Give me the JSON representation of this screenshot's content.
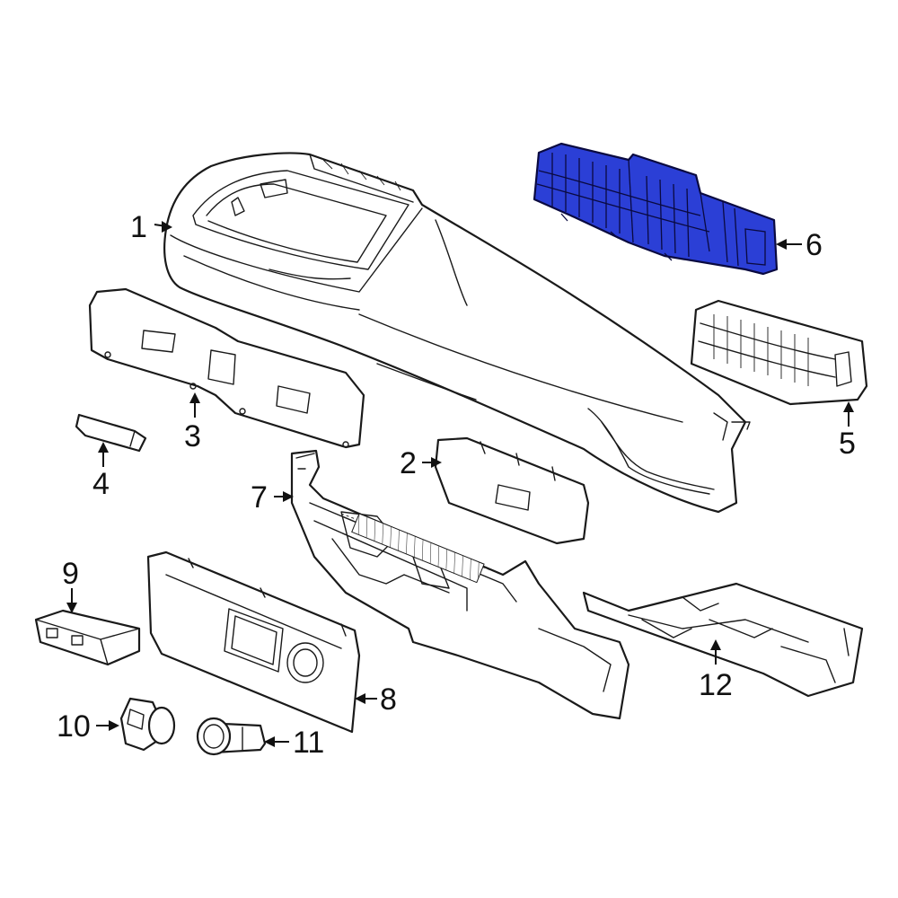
{
  "highlight_color": "#2b3fd6",
  "callouts": [
    {
      "id": "1",
      "label": "1"
    },
    {
      "id": "2",
      "label": "2"
    },
    {
      "id": "3",
      "label": "3"
    },
    {
      "id": "4",
      "label": "4"
    },
    {
      "id": "5",
      "label": "5"
    },
    {
      "id": "6",
      "label": "6"
    },
    {
      "id": "7",
      "label": "7"
    },
    {
      "id": "8",
      "label": "8"
    },
    {
      "id": "9",
      "label": "9"
    },
    {
      "id": "10",
      "label": "10"
    },
    {
      "id": "11",
      "label": "11"
    },
    {
      "id": "12",
      "label": "12"
    }
  ]
}
